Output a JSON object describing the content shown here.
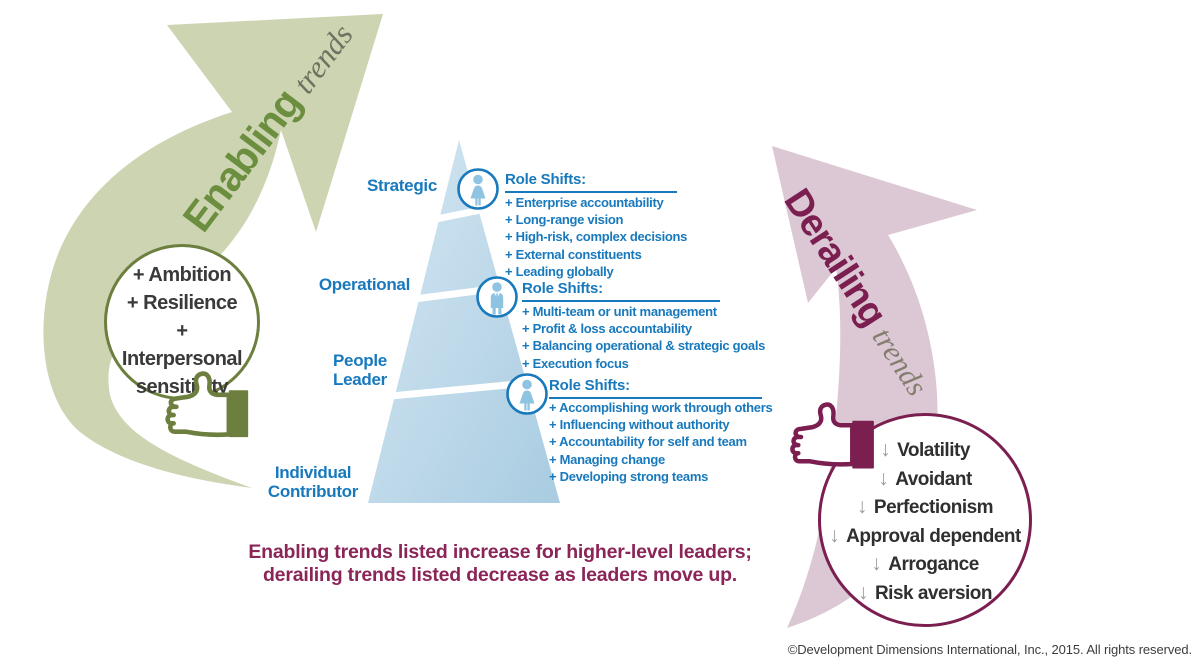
{
  "colors": {
    "blue_text": "#1879bd",
    "pyramid_light": "#d5e7f3",
    "pyramid_dark": "#a9cce1",
    "icon_figure_blue": "#8fc3e2",
    "green_arrow_fill": "#ccd4b2",
    "enabling_word_green": "#6b8f3e",
    "olive_outline": "#6d7f3e",
    "trends_word_gray": "#6e7261",
    "pink_arrow_fill": "#dcc8d4",
    "maroon": "#7b1e50",
    "caption_maroon": "#8b2457",
    "trait_text": "#2f2f2f",
    "down_arrow_gray": "#9b9b9b"
  },
  "enabling": {
    "word_main": "Enabling",
    "word_sub": "trends",
    "traits": [
      "+ Ambition",
      "+ Resilience",
      "+ Interpersonal sensitivity"
    ]
  },
  "derailing": {
    "word_main": "Derailing",
    "word_sub": "trends",
    "down_glyph": "↓",
    "traits": [
      "Volatility",
      "Avoidant",
      "Perfectionism",
      "Approval dependent",
      "Arrogance",
      "Risk aversion"
    ]
  },
  "pyramid_levels": [
    {
      "name": "Strategic"
    },
    {
      "name": "Operational"
    },
    {
      "name": "People\nLeader"
    },
    {
      "name": "Individual\nContributor"
    }
  ],
  "role_shifts": [
    {
      "level": "Strategic",
      "heading": "Role Shifts:",
      "icon": "female-person-icon",
      "items": [
        "+ Enterprise accountability",
        "+ Long-range vision",
        "+ High-risk, complex decisions",
        "+ External constituents",
        "+ Leading globally"
      ]
    },
    {
      "level": "Operational",
      "heading": "Role Shifts:",
      "icon": "male-person-icon",
      "items": [
        "+ Multi-team or unit management",
        "+ Profit & loss accountability",
        "+ Balancing operational & strategic goals",
        "+ Execution focus"
      ]
    },
    {
      "level": "People Leader",
      "heading": "Role Shifts:",
      "icon": "female-person-icon",
      "items": [
        "+ Accomplishing work through others",
        "+ Influencing without authority",
        "+ Accountability for self and team",
        "+ Managing change",
        "+ Developing strong teams"
      ]
    }
  ],
  "caption": {
    "line1": "Enabling trends listed increase for higher-level leaders;",
    "line2": "derailing trends listed decrease as leaders move up."
  },
  "footer": {
    "copyright": "©Development Dimensions International, Inc., 2015. All rights reserved."
  }
}
